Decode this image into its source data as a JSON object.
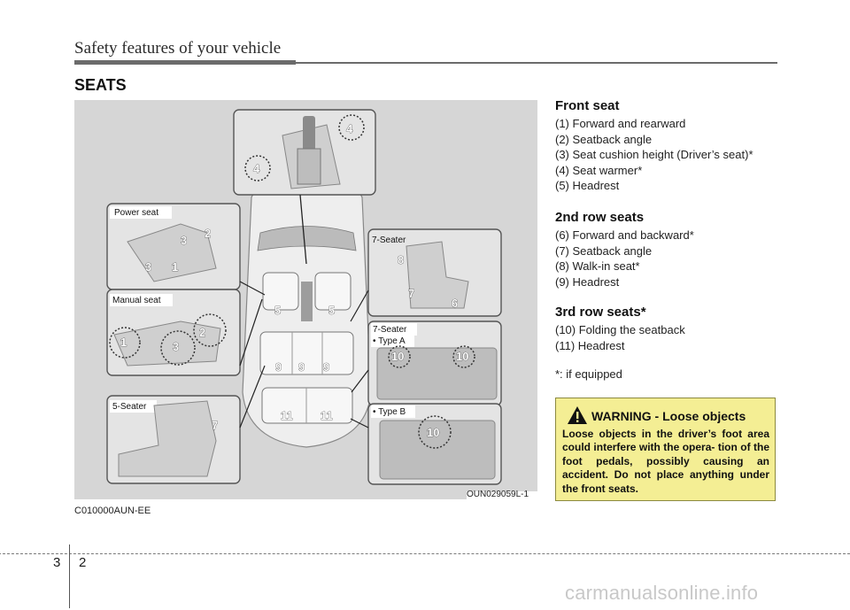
{
  "header": {
    "title": "Safety features of your vehicle"
  },
  "section_title": "SEATS",
  "figure": {
    "code": "OUN029059L-1",
    "caption": "C010000AUN-EE",
    "labels": {
      "power_seat": "Power seat",
      "manual_seat": "Manual seat",
      "five_seater": "5-Seater",
      "seven_seater_top": "7-Seater",
      "seven_seater_mid": "7-Seater",
      "type_a": "• Type A",
      "type_b": "• Type B"
    },
    "callouts": {
      "n1": "1",
      "n2": "2",
      "n3": "3",
      "n4": "4",
      "n5": "5",
      "n6": "6",
      "n7": "7",
      "n8": "8",
      "n9": "9",
      "n10": "10",
      "n11": "11"
    }
  },
  "front_seat": {
    "heading": "Front seat",
    "items": [
      "(1) Forward and rearward",
      "(2) Seatback angle",
      "(3) Seat cushion height (Driver’s seat)*",
      "(4) Seat warmer*",
      "(5) Headrest"
    ]
  },
  "second_row": {
    "heading": "2nd row seats",
    "items": [
      "(6) Forward and backward*",
      "(7) Seatback angle",
      "(8) Walk-in seat*",
      "(9) Headrest"
    ]
  },
  "third_row": {
    "heading": "3rd row seats*",
    "items": [
      "(10) Folding the seatback",
      "(11) Headrest"
    ]
  },
  "footnote": "*: if equipped",
  "warning": {
    "title": "WARNING - Loose objects",
    "body": "Loose objects in the driver’s foot area could interfere with the opera- tion of the foot pedals, possibly causing an accident. Do not place anything under the front seats."
  },
  "footer": {
    "chapter": "3",
    "page": "2",
    "watermark": "carmanualsonline.info"
  }
}
